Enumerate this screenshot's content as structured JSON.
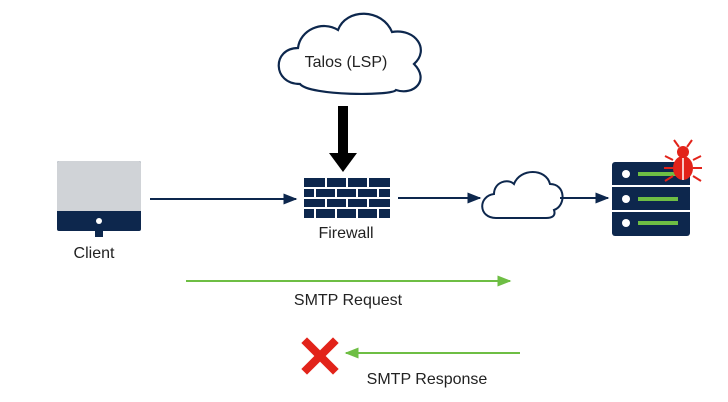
{
  "diagram": {
    "nodes": {
      "talos": {
        "label": "Talos (LSP)",
        "icon": "cloud-icon"
      },
      "client": {
        "label": "Client",
        "icon": "monitor-icon"
      },
      "firewall": {
        "label": "Firewall",
        "icon": "firewall-brick-icon"
      },
      "internet": {
        "label": "",
        "icon": "cloud-icon"
      },
      "server": {
        "label": "",
        "icon": "server-rack-icon",
        "badge_icon": "malware-bug-icon"
      }
    },
    "flows": {
      "request": {
        "label": "SMTP Request",
        "direction": "right"
      },
      "response": {
        "label": "SMTP Response",
        "direction": "left",
        "status_icon": "blocked-x-icon"
      }
    }
  },
  "colors": {
    "navy": "#0d274d",
    "monitor_screen": "#d0d3d7",
    "arrow_green": "#6ebe44",
    "server_led": "#6ebe44",
    "blocked_red": "#e2231a",
    "bug_red": "#e2231a",
    "text": "#222222"
  }
}
